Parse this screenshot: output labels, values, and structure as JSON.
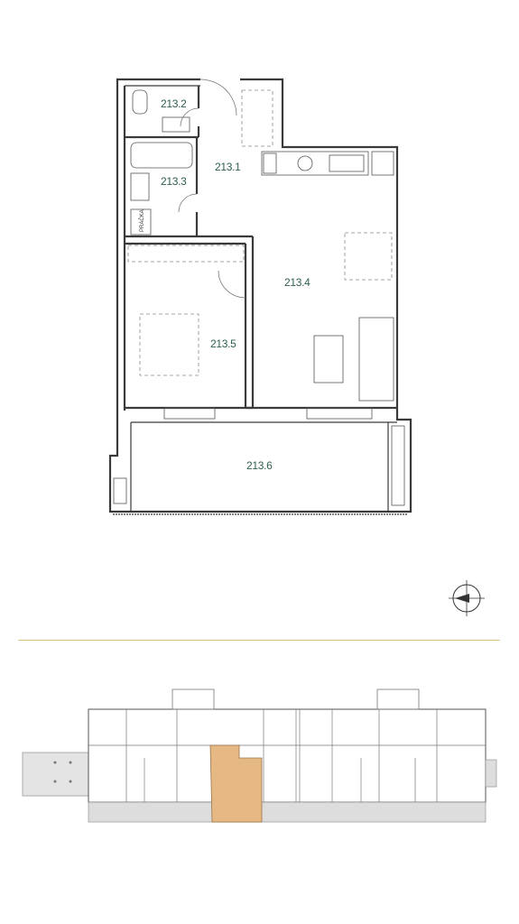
{
  "rooms": [
    {
      "id": "213.1",
      "label": "213.1"
    },
    {
      "id": "213.2",
      "label": "213.2"
    },
    {
      "id": "213.3",
      "label": "213.3"
    },
    {
      "id": "213.4",
      "label": "213.4"
    },
    {
      "id": "213.5",
      "label": "213.5"
    },
    {
      "id": "213.6",
      "label": "213.6"
    }
  ],
  "appliance_label": "PRAČKA",
  "colors": {
    "room_label": "#2f5f4e",
    "wall": "#3a3a3a",
    "divider": "#e0c38a",
    "highlight": "#e6b984"
  },
  "icons": [
    "compass-icon"
  ]
}
